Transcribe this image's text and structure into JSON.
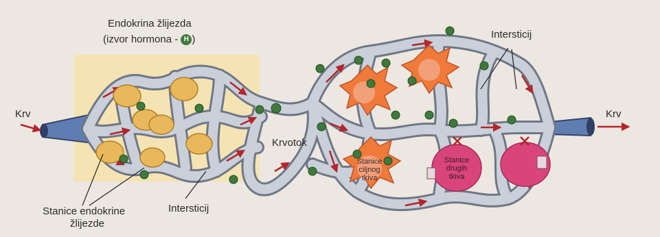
{
  "labels": {
    "gland_title_line1": "Endokrina žlijezda",
    "gland_title_line2_prefix": "(izvor hormona - ",
    "hormone_symbol": "H",
    "gland_title_line2_suffix": ")",
    "blood_left": "Krv",
    "blood_right": "Krv",
    "bloodstream": "Krvotok",
    "interstitium_bottom": "Intersticij",
    "interstitium_top": "Intersticij",
    "gland_cells_line1": "Stanice endokrine",
    "gland_cells_line2": "žlijezde",
    "target_cells_line1": "Stanice",
    "target_cells_line2": "ciljnog",
    "target_cells_line3": "tkiva",
    "other_cells_line1": "Stanice",
    "other_cells_line2": "drugih",
    "other_cells_line3": "tkiva"
  },
  "colors": {
    "vessel": "#c9d0da",
    "vessel_edge": "#6f7785",
    "gland_panel": "#f5e3b3",
    "gland_cell": "#e9b85a",
    "target_cell": "#f07a3a",
    "other_cell": "#d9457a",
    "hormone": "#3f7a3c",
    "flow_arrow": "#b3262c",
    "tube": "#4e6a9c"
  }
}
